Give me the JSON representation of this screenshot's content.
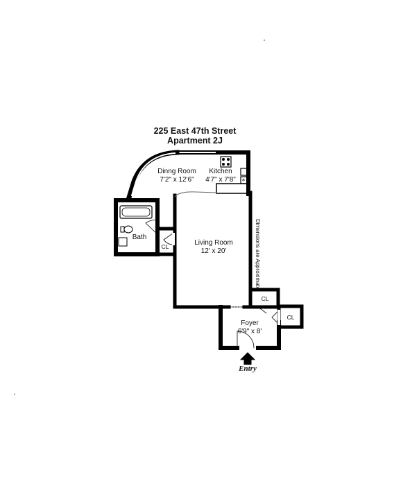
{
  "title": {
    "line1": "225 East 47th Street",
    "line2": "Apartment 2J"
  },
  "rooms": {
    "dining": {
      "name": "Dinng Room",
      "dims": "7'2\" x 12'6\""
    },
    "kitchen": {
      "name": "Kitchen",
      "dims": "4'7\" x 7'8\""
    },
    "bath": {
      "name": "Bath"
    },
    "living": {
      "name": "Living Room",
      "dims": "12' x 20'"
    },
    "foyer": {
      "name": "Foyer",
      "dims": "6'9\" x 8'"
    }
  },
  "closets": {
    "label": "CL"
  },
  "note": "Dimensions are Approximate",
  "entry": "Entry",
  "colors": {
    "wall": "#000000",
    "background": "#ffffff"
  }
}
